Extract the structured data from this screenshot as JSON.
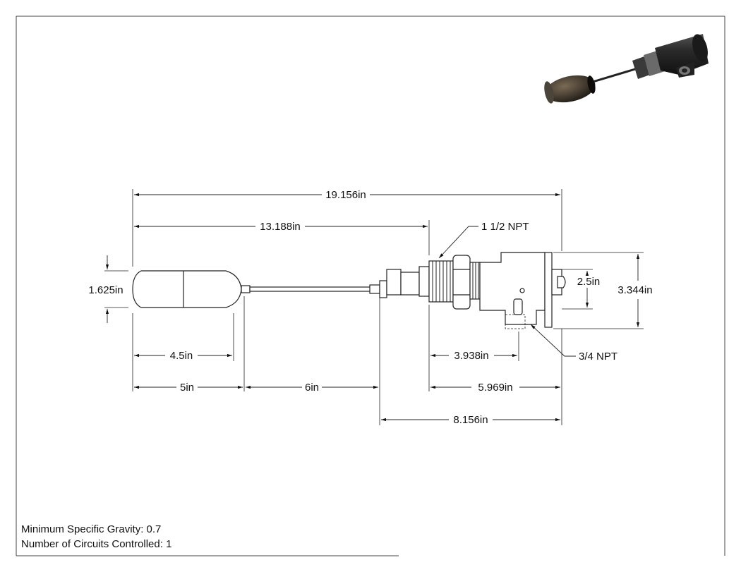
{
  "dimensions": {
    "overall_length": "19.156in",
    "float_to_fitting": "13.188in",
    "float_diameter": "1.625in",
    "float_length": "4.5in",
    "float_section": "5in",
    "stem_length": "6in",
    "fitting_to_conduit": "3.938in",
    "fitting_to_end": "5.969in",
    "collar_to_end": "8.156in",
    "housing_height": "2.5in",
    "flange_height": "3.344in"
  },
  "callouts": {
    "process_connection": "1 1/2 NPT",
    "conduit_connection": "3/4 NPT"
  },
  "notes": {
    "specific_gravity": "Minimum Specific Gravity: 0.7",
    "circuits": "Number of Circuits Controlled: 1"
  }
}
